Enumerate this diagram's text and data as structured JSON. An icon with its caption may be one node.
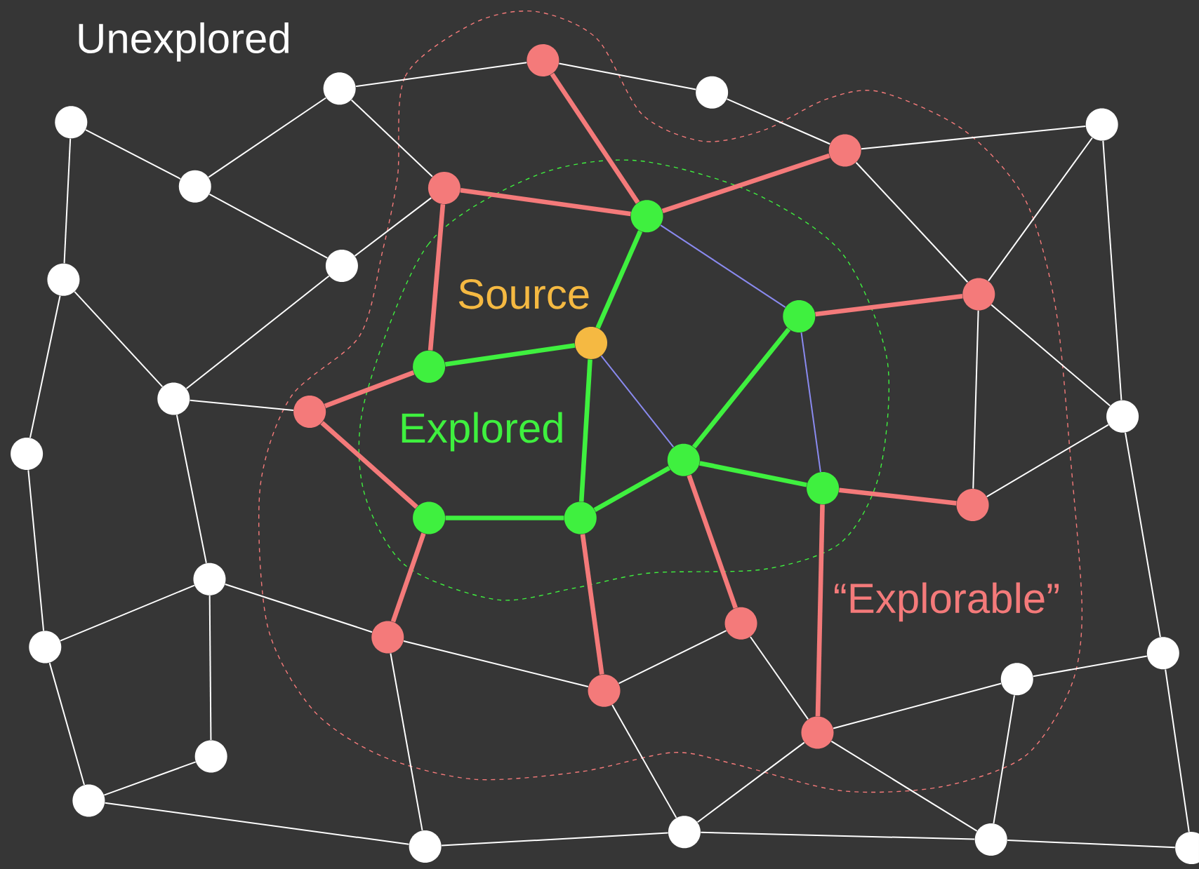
{
  "diagram": {
    "nodes": [
      {
        "text": [],
        "shape": "circle"
      },
      {
        "text": [],
        "shape": "circle"
      },
      {
        "text": [],
        "shape": "circle"
      },
      {
        "text": [],
        "shape": "circle"
      },
      {
        "text": [],
        "shape": "circle"
      },
      {
        "text": [],
        "shape": "circle"
      },
      {
        "text": [],
        "shape": "circle"
      },
      {
        "text": [],
        "shape": "circle"
      },
      {
        "text": [],
        "shape": "circle"
      },
      {
        "text": [],
        "shape": "circle"
      },
      {
        "text": [],
        "shape": "circle"
      },
      {
        "text": [],
        "shape": "circle"
      },
      {
        "text": [],
        "shape": "circle"
      },
      {
        "text": [],
        "shape": "circle"
      },
      {
        "text": [],
        "shape": "circle"
      },
      {
        "text": [],
        "shape": "circle"
      },
      {
        "text": [],
        "shape": "circle"
      },
      {
        "text": [],
        "shape": "circle"
      },
      {
        "text": [],
        "shape": "circle"
      },
      {
        "text": [],
        "shape": "circle"
      },
      {
        "text": [],
        "shape": "circle"
      },
      {
        "text": [],
        "shape": "circle"
      },
      {
        "text": [],
        "shape": "circle"
      },
      {
        "text": [],
        "shape": "circle"
      },
      {
        "text": [],
        "shape": "circle"
      },
      {
        "text": [],
        "shape": "circle"
      },
      {
        "text": [],
        "shape": "circle"
      },
      {
        "text": [],
        "shape": "circle"
      },
      {
        "text": [],
        "shape": "circle"
      },
      {
        "text": [],
        "shape": "circle"
      },
      {
        "text": [],
        "shape": "circle"
      },
      {
        "text": [],
        "shape": "circle"
      },
      {
        "text": [],
        "shape": "circle"
      },
      {
        "text": [],
        "shape": "circle"
      },
      {
        "text": [],
        "shape": "circle"
      },
      {
        "text": [],
        "shape": "circle"
      },
      {
        "text": [],
        "shape": "circle"
      },
      {
        "text": [],
        "shape": "circle"
      }
    ],
    "edges": [
      {
        "from": 0,
        "to": 2,
        "arrow": "none"
      },
      {
        "from": 0,
        "to": 4,
        "arrow": "none"
      },
      {
        "from": 1,
        "to": 2,
        "arrow": "none"
      },
      {
        "from": 1,
        "to": 21,
        "arrow": "none"
      },
      {
        "from": 1,
        "to": 20,
        "arrow": "none"
      },
      {
        "from": 20,
        "to": 19,
        "arrow": "none"
      },
      {
        "from": 19,
        "to": 22,
        "arrow": "none"
      },
      {
        "from": 22,
        "to": 18,
        "arrow": "none"
      },
      {
        "from": 18,
        "to": 23,
        "arrow": "none"
      },
      {
        "from": 18,
        "to": 17,
        "arrow": "none"
      },
      {
        "from": 22,
        "to": 23,
        "arrow": "none"
      },
      {
        "from": 23,
        "to": 25,
        "arrow": "none"
      },
      {
        "from": 23,
        "to": 17,
        "arrow": "none"
      },
      {
        "from": 17,
        "to": 25,
        "arrow": "none"
      },
      {
        "from": 17,
        "to": 16,
        "arrow": "none"
      },
      {
        "from": 16,
        "to": 15,
        "arrow": "none"
      },
      {
        "from": 16,
        "to": 14,
        "arrow": "none"
      },
      {
        "from": 15,
        "to": 29,
        "arrow": "none"
      },
      {
        "from": 15,
        "to": 13,
        "arrow": "none"
      },
      {
        "from": 29,
        "to": 13,
        "arrow": "none"
      },
      {
        "from": 29,
        "to": 12,
        "arrow": "none"
      },
      {
        "from": 29,
        "to": 28,
        "arrow": "none"
      },
      {
        "from": 12,
        "to": 27,
        "arrow": "none"
      },
      {
        "from": 12,
        "to": 11,
        "arrow": "none"
      },
      {
        "from": 12,
        "to": 13,
        "arrow": "none"
      },
      {
        "from": 13,
        "to": 14,
        "arrow": "none"
      },
      {
        "from": 28,
        "to": 27,
        "arrow": "none"
      },
      {
        "from": 27,
        "to": 26,
        "arrow": "none"
      },
      {
        "from": 26,
        "to": 7,
        "arrow": "none"
      },
      {
        "from": 26,
        "to": 11,
        "arrow": "none"
      },
      {
        "from": 11,
        "to": 10,
        "arrow": "none"
      },
      {
        "from": 10,
        "to": 9,
        "arrow": "none"
      },
      {
        "from": 10,
        "to": 8,
        "arrow": "none"
      },
      {
        "from": 8,
        "to": 7,
        "arrow": "none"
      },
      {
        "from": 7,
        "to": 9,
        "arrow": "none"
      },
      {
        "from": 7,
        "to": 5,
        "arrow": "none"
      },
      {
        "from": 5,
        "to": 24,
        "arrow": "none"
      },
      {
        "from": 5,
        "to": 3,
        "arrow": "none"
      },
      {
        "from": 5,
        "to": 4,
        "arrow": "none"
      },
      {
        "from": 4,
        "to": 6,
        "arrow": "none"
      },
      {
        "from": 6,
        "to": 8,
        "arrow": "none"
      },
      {
        "from": 3,
        "to": 2,
        "arrow": "none"
      },
      {
        "from": 3,
        "to": 21,
        "arrow": "none"
      },
      {
        "from": 20,
        "to": 30,
        "arrow": "none",
        "style": "thick",
        "color": "#f47a7a"
      },
      {
        "from": 30,
        "to": 22,
        "arrow": "none",
        "style": "thick",
        "color": "#f47a7a"
      },
      {
        "from": 21,
        "to": 30,
        "arrow": "none",
        "style": "thick",
        "color": "#f47a7a"
      },
      {
        "from": 21,
        "to": 32,
        "arrow": "none",
        "style": "thick",
        "color": "#f47a7a"
      },
      {
        "from": 32,
        "to": 24,
        "arrow": "none",
        "style": "thick",
        "color": "#f47a7a"
      },
      {
        "from": 24,
        "to": 35,
        "arrow": "none",
        "style": "thick",
        "color": "#f47a7a"
      },
      {
        "from": 35,
        "to": 26,
        "arrow": "none",
        "style": "thick",
        "color": "#f47a7a"
      },
      {
        "from": 36,
        "to": 27,
        "arrow": "none",
        "style": "thick",
        "color": "#f47a7a"
      },
      {
        "from": 33,
        "to": 28,
        "arrow": "none",
        "style": "thick",
        "color": "#f47a7a"
      },
      {
        "from": 34,
        "to": 29,
        "arrow": "none",
        "style": "thick",
        "color": "#f47a7a"
      },
      {
        "from": 34,
        "to": 25,
        "arrow": "none",
        "style": "thick",
        "color": "#f47a7a"
      },
      {
        "from": 31,
        "to": 23,
        "arrow": "none",
        "style": "thick",
        "color": "#f47a7a"
      },
      {
        "from": 30,
        "to": 37,
        "arrow": "none",
        "style": "thick",
        "color": "#3ff03f"
      },
      {
        "from": 37,
        "to": 32,
        "arrow": "none",
        "style": "thick",
        "color": "#3ff03f"
      },
      {
        "from": 37,
        "to": 36,
        "arrow": "none",
        "style": "thick",
        "color": "#3ff03f"
      },
      {
        "from": 35,
        "to": 36,
        "arrow": "none",
        "style": "thick",
        "color": "#3ff03f"
      },
      {
        "from": 36,
        "to": 33,
        "arrow": "none",
        "style": "thick",
        "color": "#3ff03f"
      },
      {
        "from": 33,
        "to": 31,
        "arrow": "none",
        "style": "thick",
        "color": "#3ff03f"
      },
      {
        "from": 33,
        "to": 34,
        "arrow": "none",
        "style": "thick",
        "color": "#3ff03f"
      },
      {
        "from": 30,
        "to": 31,
        "arrow": "none",
        "color": "#8a8af0"
      },
      {
        "from": 37,
        "to": 33,
        "arrow": "none",
        "color": "#8a8af0"
      },
      {
        "from": 31,
        "to": 34,
        "arrow": "none",
        "color": "#8a8af0"
      }
    ],
    "labels": [
      "Unexplored",
      "Source",
      "Explored",
      "“Explorable”"
    ]
  }
}
